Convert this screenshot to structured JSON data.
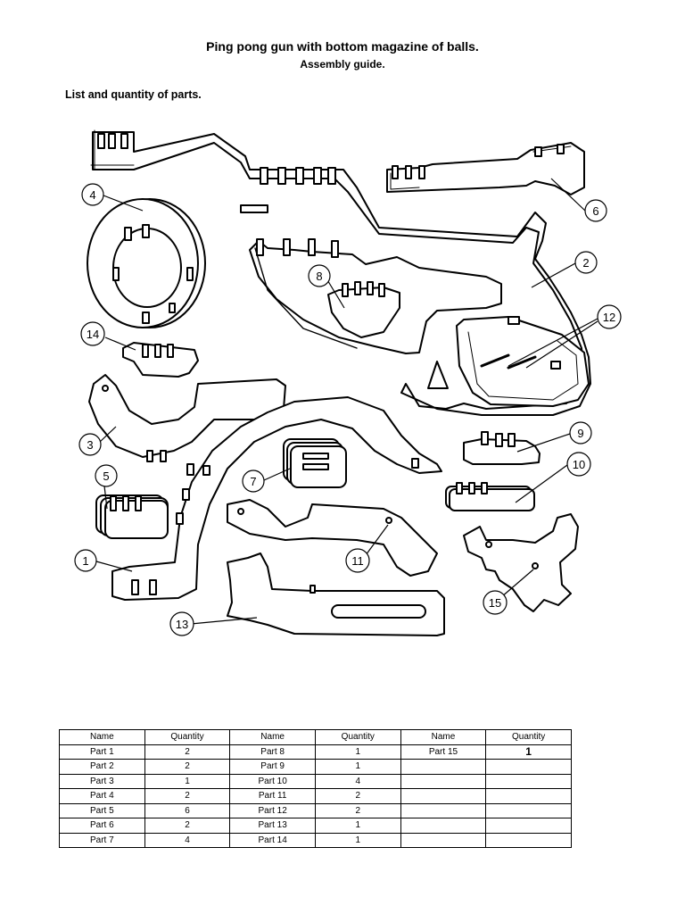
{
  "document": {
    "title": "Ping pong gun with bottom magazine of balls.",
    "subtitle": "Assembly guide.",
    "section_heading": "List and quantity of parts."
  },
  "callouts": [
    "1",
    "2",
    "3",
    "4",
    "5",
    "6",
    "7",
    "8",
    "9",
    "10",
    "11",
    "12",
    "13",
    "14",
    "15"
  ],
  "table": {
    "headers": [
      "Name",
      "Quantity",
      "Name",
      "Quantity",
      "Name",
      "Quantity"
    ],
    "rows": [
      [
        "Part 1",
        "2",
        "Part 8",
        "1",
        "Part 15",
        "1"
      ],
      [
        "Part 2",
        "2",
        "Part 9",
        "1",
        "",
        ""
      ],
      [
        "Part 3",
        "1",
        "Part 10",
        "4",
        "",
        ""
      ],
      [
        "Part 4",
        "2",
        "Part 11",
        "2",
        "",
        ""
      ],
      [
        "Part 5",
        "6",
        "Part 12",
        "2",
        "",
        ""
      ],
      [
        "Part 6",
        "2",
        "Part 13",
        "1",
        "",
        ""
      ],
      [
        "Part 7",
        "4",
        "Part 14",
        "1",
        "",
        ""
      ]
    ]
  }
}
